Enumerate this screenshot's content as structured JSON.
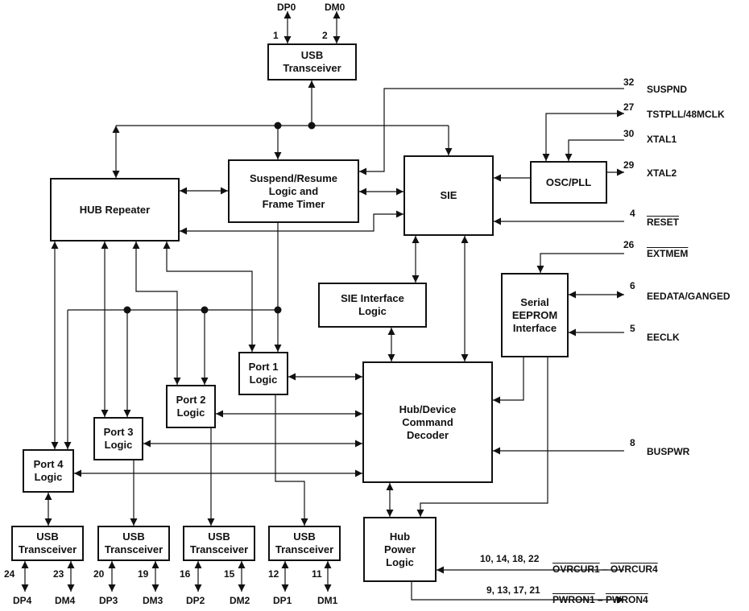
{
  "blocks": {
    "usb_top": "USB\nTransceiver",
    "suspend": "Suspend/Resume\nLogic and\nFrame Timer",
    "sie": "SIE",
    "osc": "OSC/PLL",
    "hub_repeater": "HUB Repeater",
    "sie_if": "SIE Interface\nLogic",
    "eeprom": "Serial\nEEPROM\nInterface",
    "port1": "Port 1\nLogic",
    "port2": "Port 2\nLogic",
    "port3": "Port 3\nLogic",
    "port4": "Port 4\nLogic",
    "decoder": "Hub/Device\nCommand\nDecoder",
    "power": "Hub\nPower\nLogic",
    "usb4": "USB\nTransceiver",
    "usb3": "USB\nTransceiver",
    "usb2": "USB\nTransceiver",
    "usb1": "USB\nTransceiver"
  },
  "signals": {
    "dp0": "DP0",
    "dm0": "DM0",
    "suspnd": "SUSPND",
    "tstpll": "TSTPLL/48MCLK",
    "xtal1": "XTAL1",
    "xtal2": "XTAL2",
    "reset": "RESET",
    "extmem": "EXTMEM",
    "eedata": "EEDATA/GANGED",
    "eeclk": "EECLK",
    "buspwr": "BUSPWR",
    "ovrcur1": "OVRCUR1",
    "ovrcur4": "OVRCUR4",
    "ovr_dash": " – ",
    "pwron1": "PWRON1",
    "pwron4": "PWRON4",
    "pwr_dash": " – ",
    "dp4": "DP4",
    "dm4": "DM4",
    "dp3": "DP3",
    "dm3": "DM3",
    "dp2": "DP2",
    "dm2": "DM2",
    "dp1": "DP1",
    "dm1": "DM1"
  },
  "pins": {
    "dp0": "1",
    "dm0": "2",
    "suspnd": "32",
    "tstpll": "27",
    "xtal1": "30",
    "xtal2": "29",
    "reset": "4",
    "extmem": "26",
    "eedata": "6",
    "eeclk": "5",
    "buspwr": "8",
    "ovrcur": "10, 14, 18, 22",
    "pwron": "9, 13, 17, 21",
    "dp4": "24",
    "dm4": "23",
    "dp3": "20",
    "dm3": "19",
    "dp2": "16",
    "dm2": "15",
    "dp1": "12",
    "dm1": "11"
  }
}
